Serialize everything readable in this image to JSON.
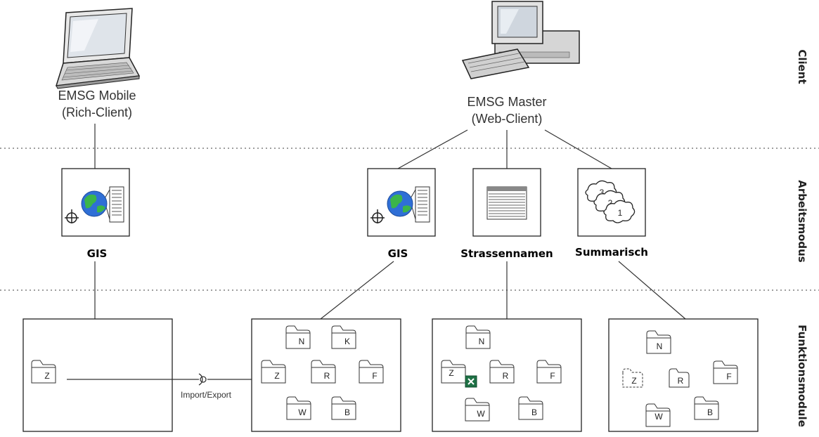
{
  "layers": {
    "client": "Client",
    "mode": "Arbeitsmodus",
    "functions": "Funktionsmodule"
  },
  "clients": {
    "mobile": {
      "line1": "EMSG Mobile",
      "line2": "(Rich-Client)",
      "icon": "laptop-icon"
    },
    "master": {
      "line1": "EMSG Master",
      "line2": "(Web-Client)",
      "icon": "desktop-computer-icon"
    }
  },
  "modes": {
    "gis_mobile": "GIS",
    "gis_master": "GIS",
    "strassennamen": "Strassennamen",
    "summarisch": "Summarisch"
  },
  "module_boxes": {
    "mobile": {
      "folders": [
        "Z"
      ]
    },
    "gis": {
      "folders": [
        "N",
        "K",
        "Z",
        "R",
        "F",
        "W",
        "B"
      ]
    },
    "strassennamen": {
      "folders": [
        "N",
        "Z",
        "R",
        "F",
        "W",
        "B"
      ]
    },
    "summarisch": {
      "folders": [
        "N",
        "Z",
        "R",
        "F",
        "W",
        "B"
      ]
    }
  },
  "interface_label": "Import/Export",
  "colors": {
    "globe_blue": "#2f6fd6",
    "globe_green": "#3bb54a",
    "excel_green": "#1e7145"
  }
}
